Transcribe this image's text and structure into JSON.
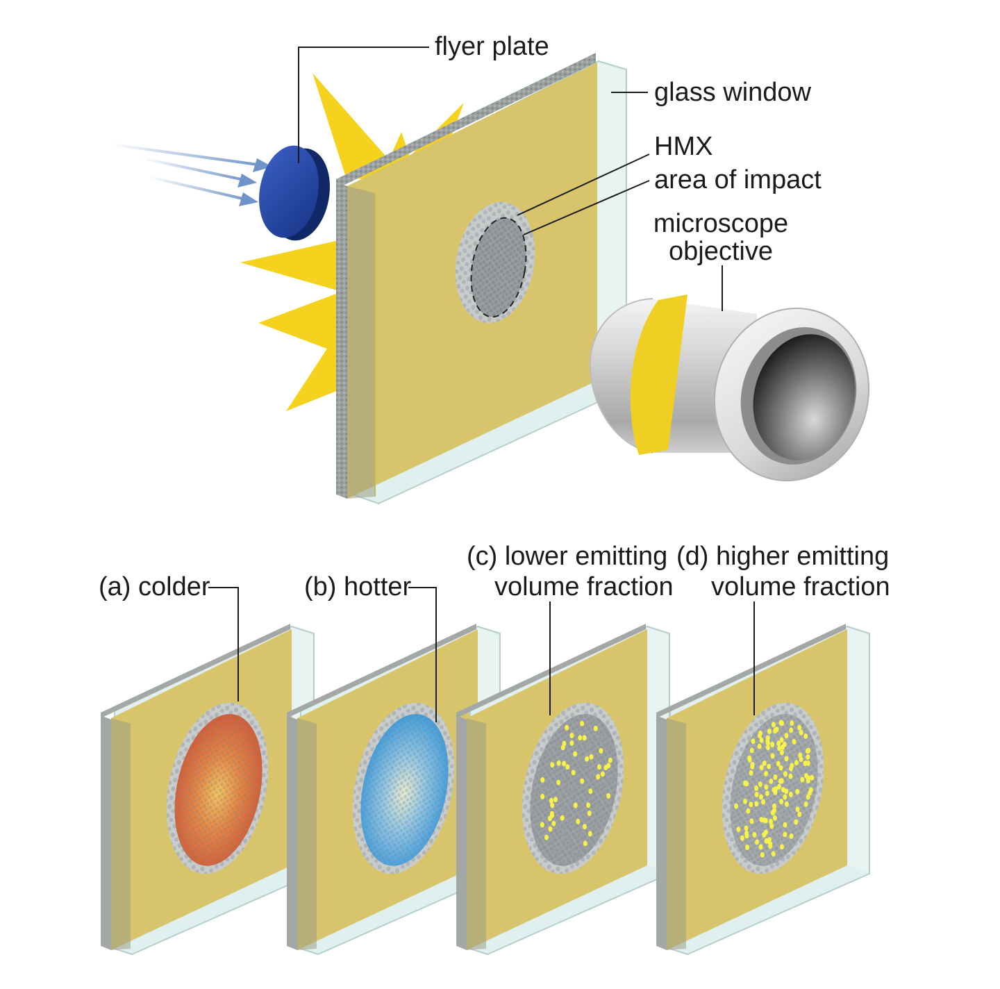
{
  "labels": {
    "flyer_plate": "flyer plate",
    "glass_window": "glass window",
    "hmx": "HMX",
    "area_of_impact": "area of impact",
    "microscope_line1": "microscope",
    "microscope_line2": "objective",
    "panel_a": "(a) colder",
    "panel_b": "(b) hotter",
    "panel_c_line1": "(c) lower emitting",
    "panel_c_line2": "volume fraction",
    "panel_d_line1": "(d) higher emitting",
    "panel_d_line2": "volume fraction"
  },
  "colors": {
    "hmx_layer": "#d8c46a",
    "glass": "#dff0ee",
    "flash": "#f5d21e",
    "flyer": "#1f3f9a",
    "arrows": "#6f93c8",
    "lens_band": "#f0cf24",
    "colder_glow": "#d9592e",
    "hotter_glow": "#3ea5e3",
    "hot_spot": "#f7f24a"
  },
  "panels": [
    {
      "key": "a",
      "emission": "colder"
    },
    {
      "key": "b",
      "emission": "hotter"
    },
    {
      "key": "c",
      "emitting_fraction": "lower"
    },
    {
      "key": "d",
      "emitting_fraction": "higher"
    }
  ]
}
